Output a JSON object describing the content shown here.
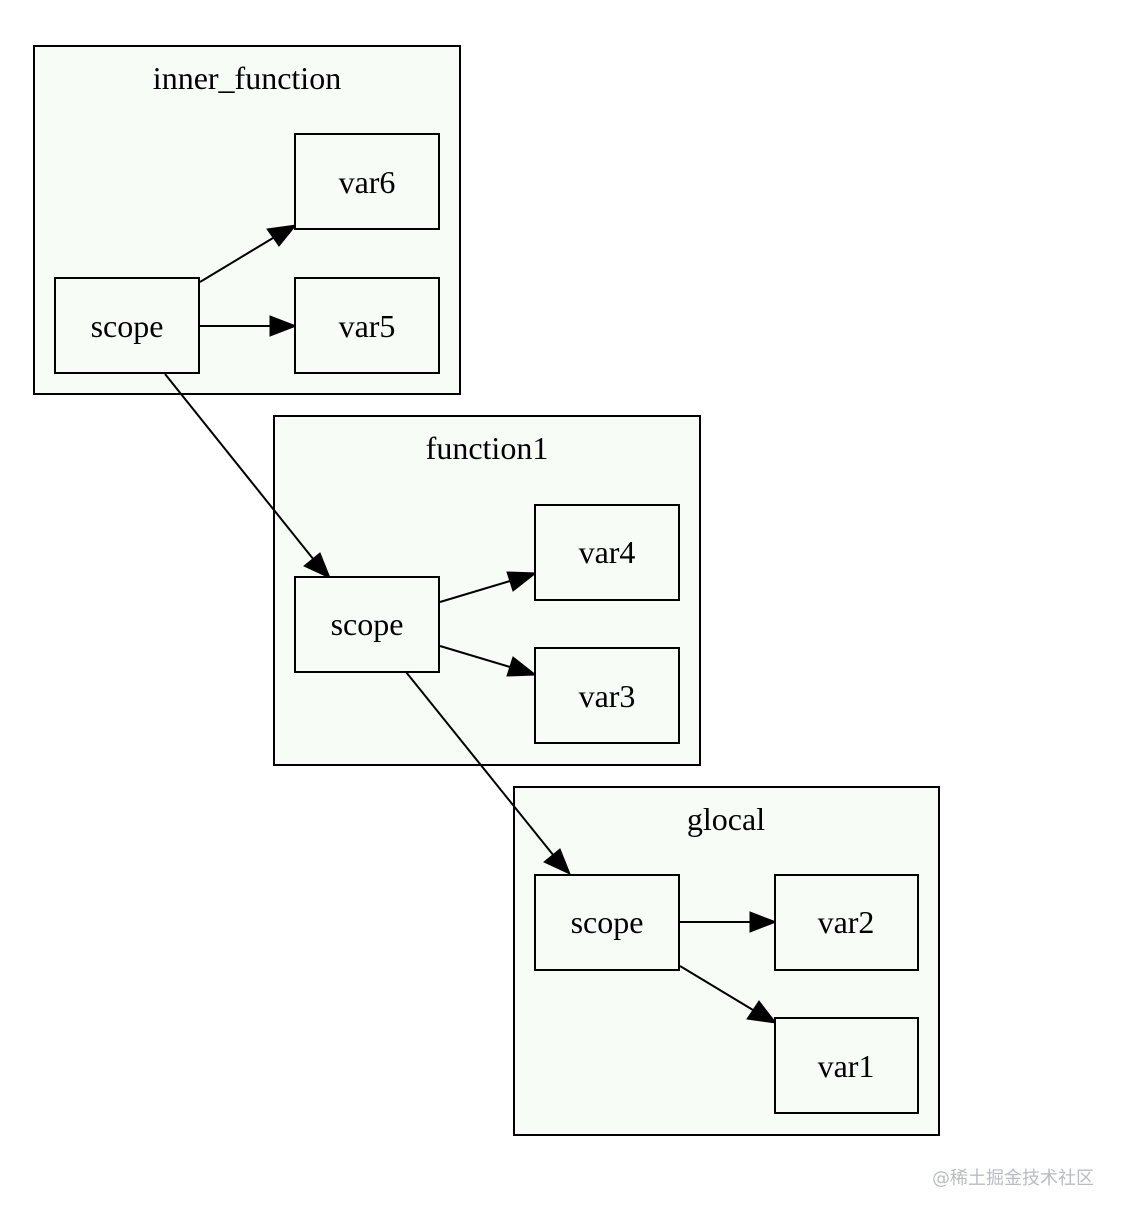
{
  "diagram": {
    "clusters": [
      {
        "id": "inner_function",
        "label": "inner_function"
      },
      {
        "id": "function1",
        "label": "function1"
      },
      {
        "id": "glocal",
        "label": "glocal"
      }
    ],
    "nodes": [
      {
        "id": "if_scope",
        "label": "scope",
        "cluster": "inner_function"
      },
      {
        "id": "var6",
        "label": "var6",
        "cluster": "inner_function"
      },
      {
        "id": "var5",
        "label": "var5",
        "cluster": "inner_function"
      },
      {
        "id": "f1_scope",
        "label": "scope",
        "cluster": "function1"
      },
      {
        "id": "var4",
        "label": "var4",
        "cluster": "function1"
      },
      {
        "id": "var3",
        "label": "var3",
        "cluster": "function1"
      },
      {
        "id": "g_scope",
        "label": "scope",
        "cluster": "glocal"
      },
      {
        "id": "var2",
        "label": "var2",
        "cluster": "glocal"
      },
      {
        "id": "var1",
        "label": "var1",
        "cluster": "glocal"
      }
    ],
    "edges": [
      {
        "from": "if_scope",
        "to": "var6"
      },
      {
        "from": "if_scope",
        "to": "var5"
      },
      {
        "from": "if_scope",
        "to": "f1_scope"
      },
      {
        "from": "f1_scope",
        "to": "var4"
      },
      {
        "from": "f1_scope",
        "to": "var3"
      },
      {
        "from": "f1_scope",
        "to": "g_scope"
      },
      {
        "from": "g_scope",
        "to": "var2"
      },
      {
        "from": "g_scope",
        "to": "var1"
      }
    ],
    "colors": {
      "fill": "#f7fcf7",
      "stroke": "#000000"
    }
  },
  "watermark": "@稀土掘金技术社区"
}
